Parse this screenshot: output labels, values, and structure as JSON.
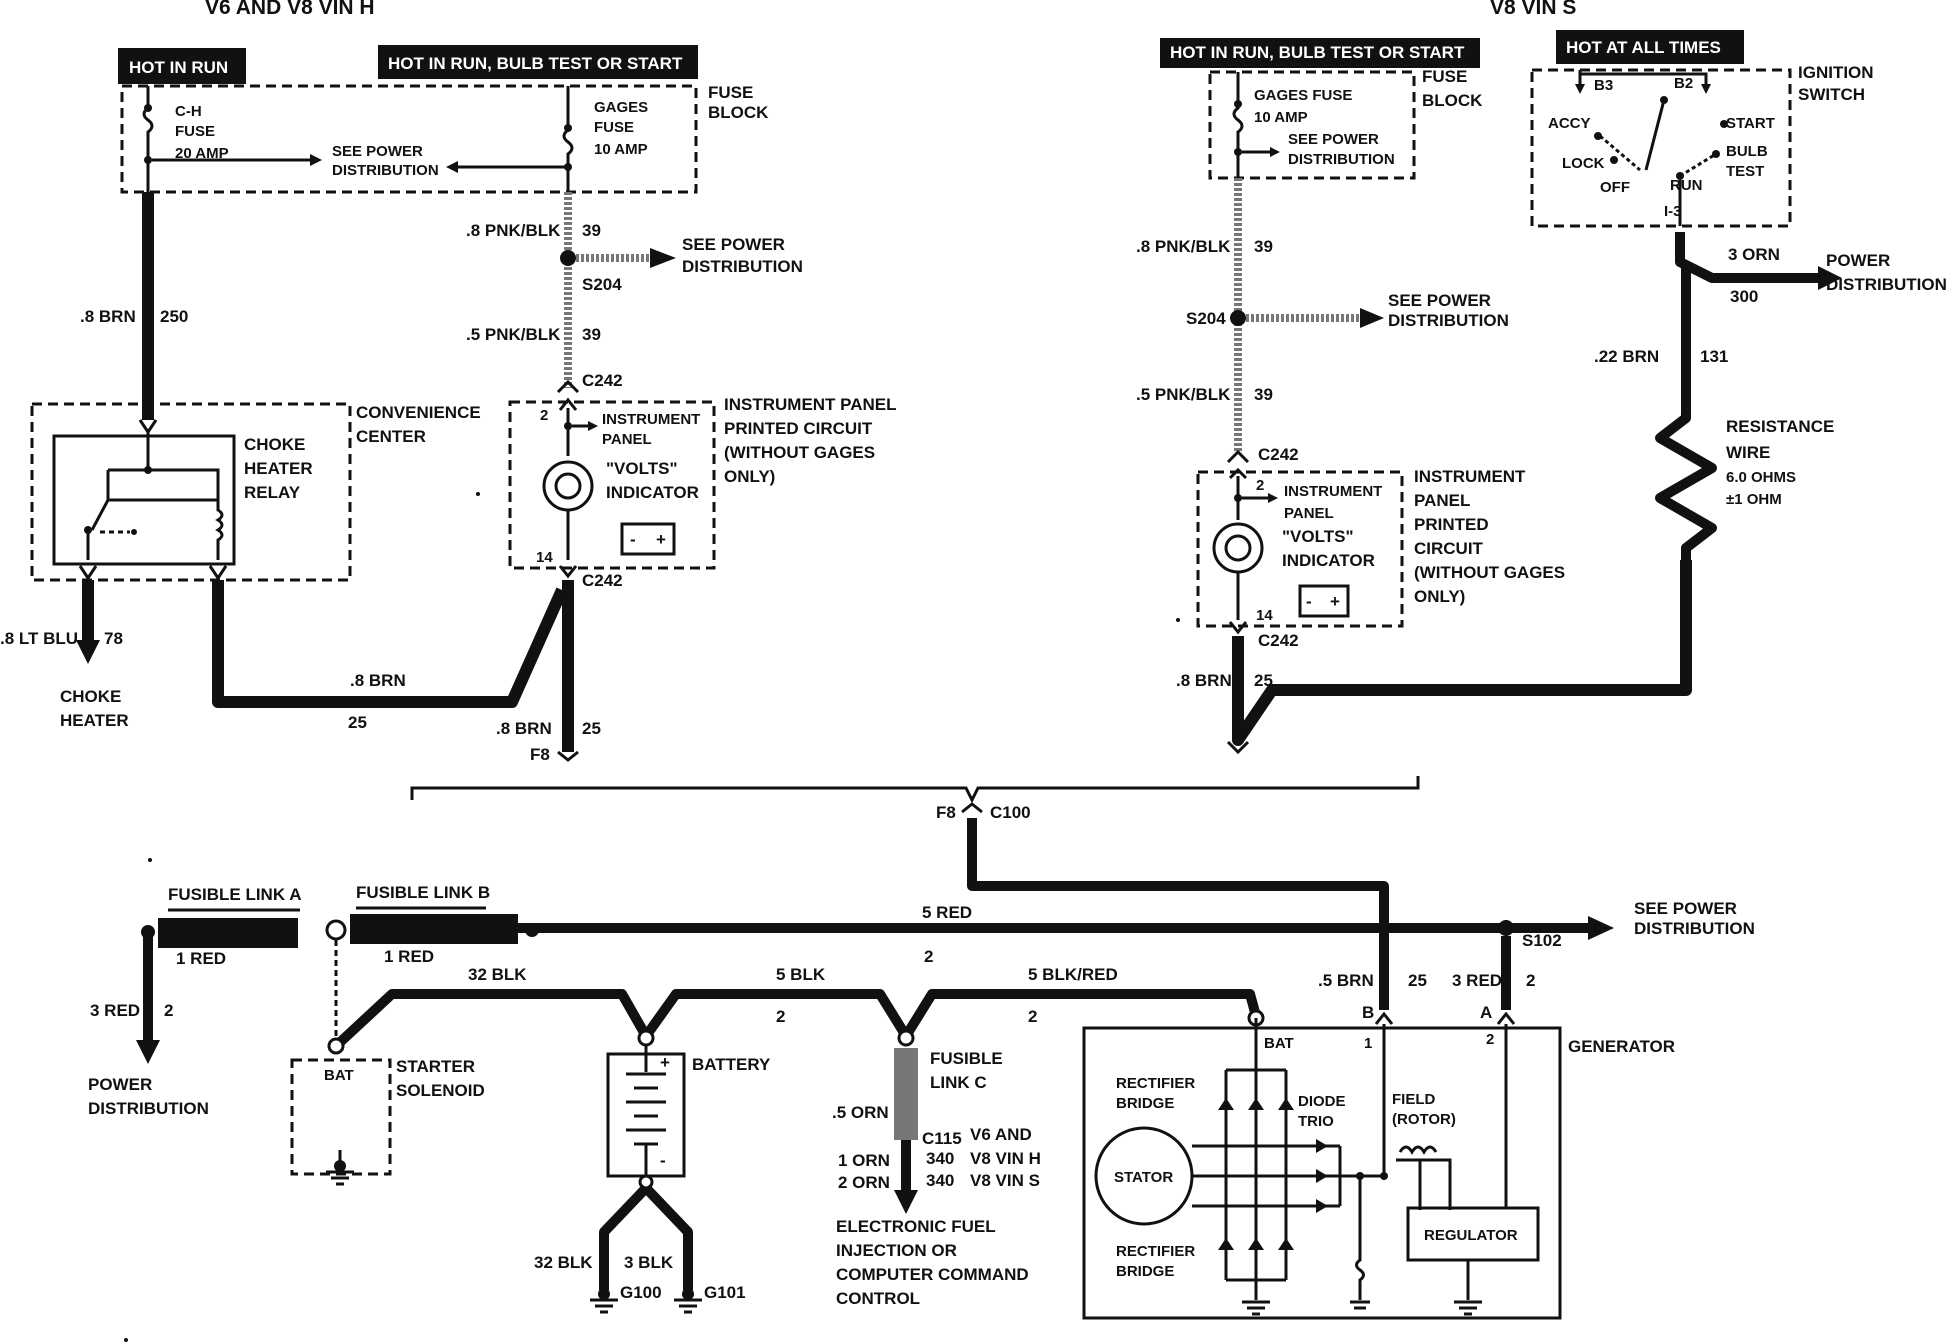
{
  "titles": {
    "left": "V6 AND V8 VIN H",
    "right": "V8 VIN S"
  },
  "left": {
    "hot_in_run": "HOT IN RUN",
    "hot_in_run_bulb": "HOT IN RUN, BULB TEST OR START",
    "ch_fuse": [
      "C-H",
      "FUSE"
    ],
    "ch_fuse_amp": "20 AMP",
    "see_power_dist": [
      "SEE POWER",
      "DISTRIBUTION"
    ],
    "gages_fuse": [
      "GAGES",
      "FUSE"
    ],
    "gages_amp": "10 AMP",
    "fuse_block": [
      "FUSE",
      "BLOCK"
    ],
    "w_8pnkblk": ".8 PNK/BLK",
    "n39a": "39",
    "see_power_big": [
      "SEE POWER",
      "DISTRIBUTION"
    ],
    "s204": "S204",
    "w_5pnkblk": ".5 PNK/BLK",
    "n39b": "39",
    "c242_top": "C242",
    "w_8brn": ".8 BRN",
    "n250": "250",
    "convenience": [
      "CONVENIENCE",
      "CENTER"
    ],
    "choke_relay": [
      "CHOKE",
      "HEATER",
      "RELAY"
    ],
    "pin2": "2",
    "instrument_panel_small": [
      "INSTRUMENT",
      "PANEL"
    ],
    "volts": [
      "\"VOLTS\"",
      "INDICATOR"
    ],
    "ipc": [
      "INSTRUMENT PANEL",
      "PRINTED CIRCUIT",
      "(WITHOUT GAGES",
      "ONLY)"
    ],
    "pin14": "14",
    "c242_bot": "C242",
    "w_8ltblu": ".8 LT BLU",
    "n78": "78",
    "choke_heater": [
      "CHOKE",
      "HEATER"
    ],
    "w_8brn_b": ".8 BRN",
    "n25a": "25",
    "w_8brn_c": ".8 BRN",
    "n25b": "25",
    "f8": "F8"
  },
  "right": {
    "hot_in_run_bulb": "HOT IN RUN, BULB TEST OR START",
    "hot_at_all": "HOT AT ALL TIMES",
    "gages_fuse": "GAGES FUSE",
    "amp": "10 AMP",
    "see_power": [
      "SEE POWER",
      "DISTRIBUTION"
    ],
    "fuse_block": [
      "FUSE",
      "BLOCK"
    ],
    "b3": "B3",
    "b2": "B2",
    "accy": "ACCY",
    "start": "START",
    "lock": "LOCK",
    "bulb_test": [
      "BULB",
      "TEST"
    ],
    "off": "OFF",
    "run": "RUN",
    "i3": "I-3",
    "ignition": [
      "IGNITION",
      "SWITCH"
    ],
    "w_8pnkblk": ".8 PNK/BLK",
    "n39a": "39",
    "s204": "S204",
    "see_power2": [
      "SEE POWER",
      "DISTRIBUTION"
    ],
    "w_5pnkblk": ".5 PNK/BLK",
    "n39b": "39",
    "c242_top": "C242",
    "pin2": "2",
    "instrument_panel_small": [
      "INSTRUMENT",
      "PANEL"
    ],
    "volts": [
      "\"VOLTS\"",
      "INDICATOR"
    ],
    "ipc": [
      "INSTRUMENT",
      "PANEL",
      "PRINTED",
      "CIRCUIT",
      "(WITHOUT GAGES",
      "ONLY)"
    ],
    "pin14": "14",
    "c242_bot": "C242",
    "w_8brn": ".8 BRN",
    "n25": "25",
    "w_3orn": "3 ORN",
    "n300": "300",
    "power_dist": [
      "POWER",
      "DISTRIBUTION"
    ],
    "w_22brn": ".22 BRN",
    "n131": "131",
    "resistance": [
      "RESISTANCE",
      "WIRE",
      "6.0 OHMS",
      "±1 OHM"
    ]
  },
  "bottom": {
    "f8": "F8",
    "c100": "C100",
    "fusible_a": "FUSIBLE LINK A",
    "fusible_b": "FUSIBLE LINK B",
    "red1a": "1 RED",
    "red1b": "1 RED",
    "red5": "5 RED",
    "n2top": "2",
    "see_power": [
      "SEE POWER",
      "DISTRIBUTION"
    ],
    "s102": "S102",
    "w3red_left": "3 RED",
    "n2_left": "2",
    "power_dist": [
      "POWER",
      "DISTRIBUTION"
    ],
    "blk32": "32 BLK",
    "blk5": "5 BLK",
    "blk5red": "5 BLK/RED",
    "n2a": "2",
    "n2b": "2",
    "bat": "BAT",
    "starter": [
      "STARTER",
      "SOLENOID"
    ],
    "battery": "BATTERY",
    "fusible_c": [
      "FUSIBLE",
      "LINK C"
    ],
    "orn5": ".5 ORN",
    "c115": "C115",
    "v6v8": [
      "V6 AND",
      "V8 VIN H",
      "V8 VIN S"
    ],
    "orn1": "1 ORN",
    "orn2": "2 ORN",
    "n340a": "340",
    "n340b": "340",
    "efi": [
      "ELECTRONIC FUEL",
      "INJECTION OR",
      "COMPUTER COMMAND",
      "CONTROL"
    ],
    "blk32b": "32 BLK",
    "blk3": "3 BLK",
    "g100": "G100",
    "g101": "G101",
    "brn5": ".5 BRN",
    "n25": "25",
    "red3": "3 RED",
    "n2c": "2",
    "pinB": "B",
    "pinA": "A",
    "pin1": "1",
    "pin2": "2",
    "generator": "GENERATOR",
    "bat_gen": "BAT",
    "rect_top": [
      "RECTIFIER",
      "BRIDGE"
    ],
    "rect_bot": [
      "RECTIFIER",
      "BRIDGE"
    ],
    "diode_trio": [
      "DIODE",
      "TRIO"
    ],
    "field": [
      "FIELD",
      "(ROTOR)"
    ],
    "stator": "STATOR",
    "regulator": "REGULATOR"
  }
}
